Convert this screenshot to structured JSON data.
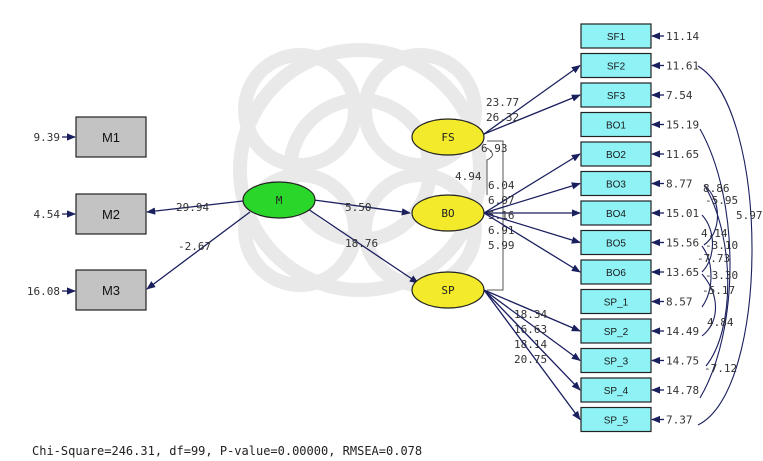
{
  "footer": "Chi-Square=246.31, df=99, P-value=0.00000, RMSEA=0.078",
  "colors": {
    "latent_green": "#2bd62b",
    "latent_yellow": "#f2ea2a",
    "observed_gray": "#c3c3c3",
    "indicator_cyan": "#8ff3f6",
    "arrow": "#1a1f5e"
  },
  "latents": {
    "M": "M",
    "FS": "FS",
    "BO": "BO",
    "SP": "SP"
  },
  "m_indicators": [
    {
      "label": "M1",
      "error": "9.39"
    },
    {
      "label": "M2",
      "error": "4.54"
    },
    {
      "label": "M3",
      "error": "16.08"
    }
  ],
  "m_loadings": [
    "29.94",
    "-2.67"
  ],
  "paths": {
    "m_bo": "5.50",
    "m_sp": "18.76"
  },
  "covariances": {
    "fs_bo": "4.94",
    "fs_sp": "6.93"
  },
  "indicators": [
    {
      "label": "SF1",
      "error": "11.14"
    },
    {
      "label": "SF2",
      "error": "11.61"
    },
    {
      "label": "SF3",
      "error": "7.54"
    },
    {
      "label": "BO1",
      "error": "15.19"
    },
    {
      "label": "BO2",
      "error": "11.65"
    },
    {
      "label": "BO3",
      "error": "8.77"
    },
    {
      "label": "BO4",
      "error": "15.01"
    },
    {
      "label": "BO5",
      "error": "15.56"
    },
    {
      "label": "BO6",
      "error": "13.65"
    },
    {
      "label": "SP_1",
      "error": "8.57"
    },
    {
      "label": "SP_2",
      "error": "14.49"
    },
    {
      "label": "SP_3",
      "error": "14.75"
    },
    {
      "label": "SP_4",
      "error": "14.78"
    },
    {
      "label": "SP_5",
      "error": "7.37"
    }
  ],
  "fs_loadings": [
    "23.77",
    "26.32"
  ],
  "bo_loadings": [
    "6.04",
    "6.07",
    "5.16",
    "6.91",
    "5.99"
  ],
  "sp_loadings": [
    "18.34",
    "16.63",
    "18.14",
    "20.75"
  ],
  "error_covariances": [
    "8.86",
    "-5.95",
    "5.97",
    "4.14",
    "-3.10",
    "-7.73",
    "-3.30",
    "-5.17",
    "4.84",
    "-7.12"
  ]
}
